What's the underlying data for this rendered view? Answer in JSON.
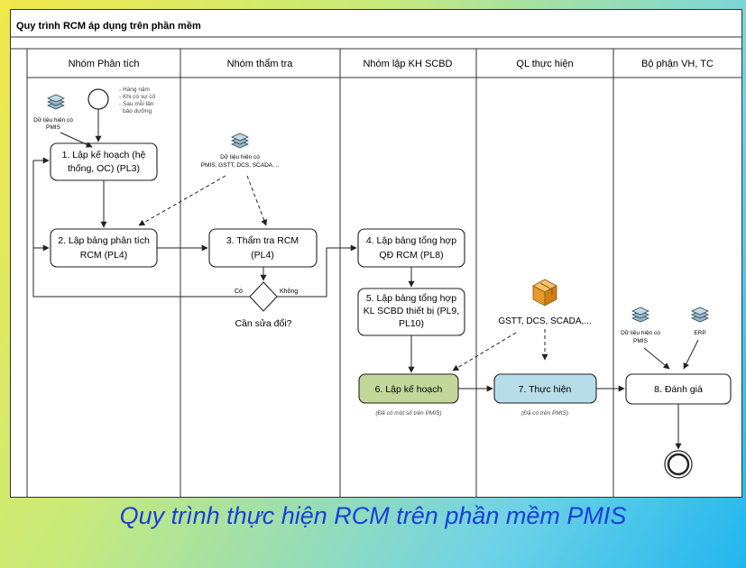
{
  "title": "Quy trình RCM áp dụng trên phần mềm",
  "lanes": [
    "Nhóm Phân tích",
    "Nhóm thẩm tra",
    "Nhóm lập KH SCBD",
    "QL thực hiện",
    "Bộ phận VH, TC"
  ],
  "start_notes": [
    "- Hàng năm",
    "- Khi có sự cố",
    "- Sau mỗi lần",
    "bảo dưỡng"
  ],
  "data_labels": {
    "pmis": [
      "Dữ liệu hiện có",
      "PMIS"
    ],
    "verify": [
      "Dữ liệu hiện có",
      "PMIS, GSTT, DCS, SCADA, .."
    ],
    "gstt": "GSTT, DCS, SCADA,...",
    "eval_pmis": [
      "Dữ liệu hiện có",
      "PMIS"
    ],
    "erp": "ERP"
  },
  "steps": {
    "s1": [
      "1. Lập kế hoạch (hệ",
      "thống, OC) (PL3)"
    ],
    "s2": [
      "2. Lập bảng phân tích",
      "RCM (PL4)"
    ],
    "s3": [
      "3. Thẩm tra RCM",
      "(PL4)"
    ],
    "s4": [
      "4. Lập bảng tổng hợp",
      "QĐ RCM (PL8)"
    ],
    "s5": [
      "5. Lập bảng tổng hợp",
      "KL SCBD thiết bị (PL9,",
      "PL10)"
    ],
    "s6": "6. Lập kế hoạch",
    "s7": "7. Thực hiện",
    "s8": "8. Đánh giá"
  },
  "decision": {
    "label": "Cần sửa đổi?",
    "yes": "Có",
    "no": "Không"
  },
  "notes": {
    "s6": "(Đã có một số trên PMIS)",
    "s7": "(Đã có trên PMIS)"
  },
  "caption": "Quy trình thực hiện RCM trên phần mềm PMIS",
  "colors": {
    "s6_fill": "#c4d79b",
    "s7_fill": "#b7dde8",
    "caption": "#1a3fd6"
  }
}
